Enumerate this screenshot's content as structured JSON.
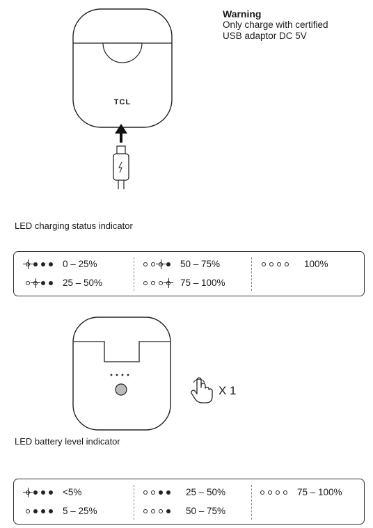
{
  "warning": {
    "title": "Warning",
    "line1": "Only charge with certified",
    "line2": "USB adaptor DC 5V"
  },
  "case_logo": "TCL",
  "charging_section": {
    "title": "LED charging status indicator",
    "rows": [
      [
        {
          "dots": [
            "blink",
            "filled",
            "filled",
            "filled"
          ],
          "label": "0 – 25%"
        },
        {
          "dots": [
            "empty",
            "empty",
            "blink",
            "filled"
          ],
          "label": "50 – 75%"
        },
        {
          "dots": [
            "empty",
            "empty",
            "empty",
            "empty"
          ],
          "label": "100%"
        }
      ],
      [
        {
          "dots": [
            "empty",
            "blink",
            "filled",
            "filled"
          ],
          "label": "25 – 50%"
        },
        {
          "dots": [
            "empty",
            "empty",
            "empty",
            "blink"
          ],
          "label": "75 – 100%"
        }
      ]
    ]
  },
  "press_count": "X 1",
  "battery_section": {
    "title": "LED battery level indicator",
    "rows": [
      [
        {
          "dots": [
            "blink",
            "filled",
            "filled",
            "filled"
          ],
          "label": "<5%"
        },
        {
          "dots": [
            "empty",
            "empty",
            "filled",
            "filled"
          ],
          "label": "25 – 50%"
        },
        {
          "dots": [
            "empty",
            "empty",
            "empty",
            "empty"
          ],
          "label": "75 – 100%"
        }
      ],
      [
        {
          "dots": [
            "empty",
            "filled",
            "filled",
            "filled"
          ],
          "label": "5 – 25%"
        },
        {
          "dots": [
            "empty",
            "empty",
            "empty",
            "filled"
          ],
          "label": "50 – 75%"
        }
      ]
    ]
  }
}
